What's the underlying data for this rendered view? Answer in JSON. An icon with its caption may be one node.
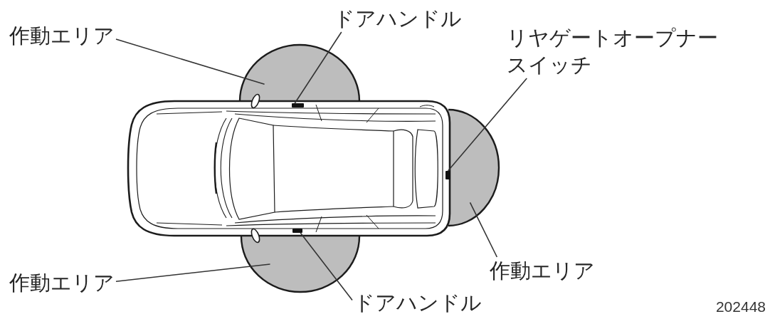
{
  "diagram": {
    "nodes": [
      {
        "text": [
          "作動エリア"
        ]
      },
      {
        "text": [
          "ドアハンドル"
        ]
      },
      {
        "text": [
          "リヤゲートオープナースイッチ"
        ]
      },
      {
        "text": [
          "作動エリア"
        ]
      },
      {
        "text": [
          "作動エリア"
        ]
      },
      {
        "text": [
          "ドアハンドル"
        ]
      },
      {
        "text": [],
        "shape": "semicircle"
      },
      {
        "text": [],
        "shape": "semicircle"
      },
      {
        "text": [],
        "shape": "semicircle"
      },
      {
        "text": [],
        "shape": "bar"
      },
      {
        "text": [],
        "shape": "bar"
      },
      {
        "text": [],
        "shape": "bar"
      }
    ],
    "edges": [
      {
        "from": 0,
        "to": 6,
        "arrow": "none"
      },
      {
        "from": 1,
        "to": 9,
        "arrow": "none"
      },
      {
        "from": 2,
        "to": 11,
        "arrow": "none"
      },
      {
        "from": 3,
        "to": 8,
        "arrow": "none"
      },
      {
        "from": 4,
        "to": 7,
        "arrow": "none"
      },
      {
        "from": 5,
        "to": 10,
        "arrow": "none"
      }
    ],
    "labels": [
      "202448"
    ]
  }
}
